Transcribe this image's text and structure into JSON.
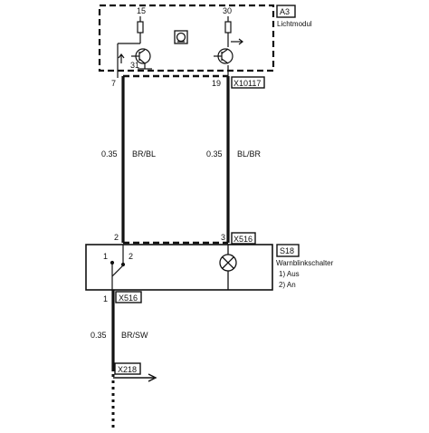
{
  "colors": {
    "ink": "#111111",
    "paper": "#ffffff"
  },
  "light_module": {
    "id": "A3",
    "name": "Lichtmodul",
    "terminal_15": "15",
    "terminal_30": "30",
    "terminal_31": "31"
  },
  "connectors": {
    "x10117": "X10117",
    "x516_top": "X516",
    "x516_bottom": "X516",
    "x218": "X218"
  },
  "pins": {
    "pin7": "7",
    "pin19": "19",
    "pin2_top": "2",
    "pin3": "3",
    "pin1_switch": "1",
    "pin2_switch": "2",
    "pin1_bottom": "1"
  },
  "wires": {
    "left_gauge": "0.35",
    "left_color": "BR/BL",
    "right_gauge": "0.35",
    "right_color": "BL/BR",
    "bottom_gauge": "0.35",
    "bottom_color": "BR/SW"
  },
  "hazard_switch": {
    "id": "S18",
    "name": "Warnblinkschalter",
    "state1": "1)  Aus",
    "state2": "2)  An"
  },
  "icons": [
    "transistor-icon",
    "lamp-icon",
    "ground-symbol-icon",
    "arrow-icon"
  ]
}
